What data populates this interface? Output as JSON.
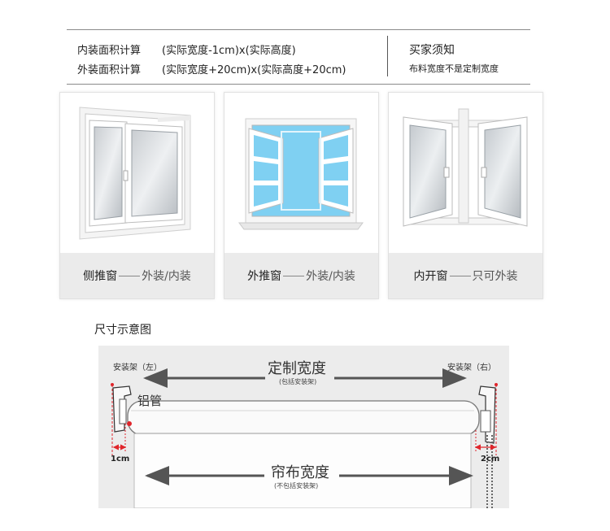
{
  "formulas": [
    {
      "label": "内装面积计算",
      "value": "(实际宽度-1cm)x(实际高度)"
    },
    {
      "label": "外装面积计算",
      "value": "(实际宽度+20cm)x(实际高度+20cm)"
    }
  ],
  "notice": {
    "title": "买家须知",
    "text": "布料宽度不是定制宽度"
  },
  "windows": [
    {
      "name": "侧推窗",
      "install": "外装/内装",
      "icon": "sliding-window-icon"
    },
    {
      "name": "外推窗",
      "install": "外装/内装",
      "icon": "outward-casement-window-icon"
    },
    {
      "name": "内开窗",
      "install": "只可外装",
      "icon": "inward-casement-window-icon"
    }
  ],
  "diagram": {
    "title": "尺寸示意图",
    "bracket_left": "安装架（左）",
    "bracket_right": "安装架（右）",
    "custom_width": "定制宽度",
    "custom_width_note": "(包括安装架)",
    "tube": "铝管",
    "gap_left": "1cm",
    "gap_right": "2cm",
    "fabric_width": "帘布宽度",
    "fabric_width_note": "(不包括安装架)"
  },
  "colors": {
    "rule": "#8a8a8a",
    "caption_bg": "#ebebeb",
    "diagram_bg": "#ececec",
    "marker_red": "#e0252b",
    "glass_blue": "#7fd0f2"
  }
}
